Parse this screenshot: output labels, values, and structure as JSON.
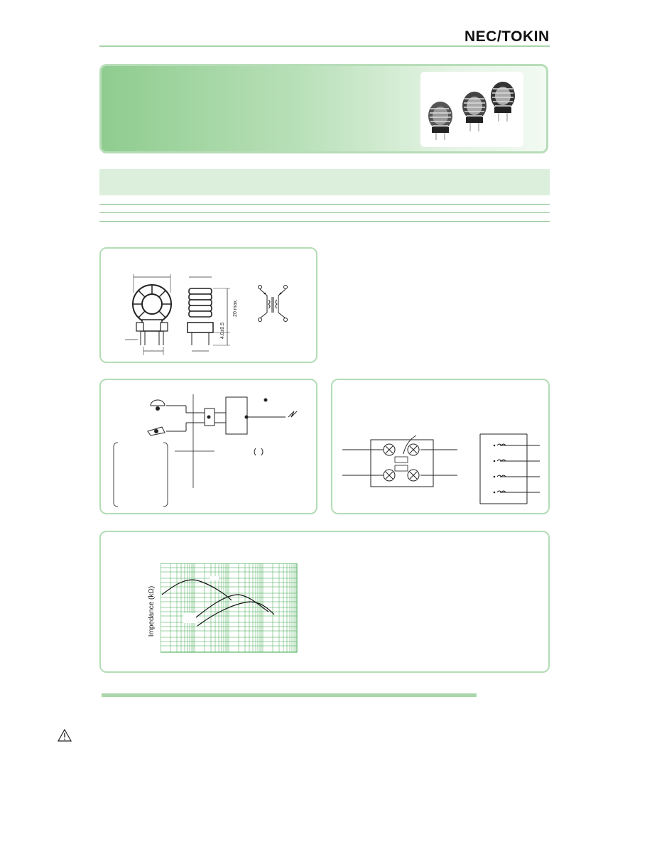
{
  "header": {
    "logo_text": "NEC/TOKIN"
  },
  "dimensions": {
    "height_label": "20 max.",
    "pin_label": "4.0±0.5"
  },
  "chart": {
    "ylabel": "Impedance (kΩ)"
  },
  "colors": {
    "accent_green": "#a9d3aa",
    "banner_green": "#8fcc8f",
    "grid_green": "#3aa64a"
  },
  "icons": {
    "warning": "warning-triangle-icon"
  }
}
